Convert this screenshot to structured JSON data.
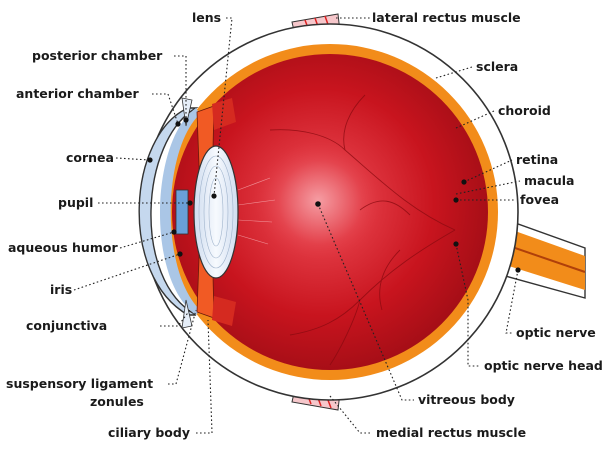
{
  "diagram": {
    "labels": {
      "lens": "lens",
      "lateral_rectus": "lateral rectus muscle",
      "posterior_chamber": "posterior chamber",
      "sclera": "sclera",
      "anterior_chamber": "anterior chamber",
      "choroid": "choroid",
      "cornea": "cornea",
      "retina": "retina",
      "macula": "macula",
      "pupil": "pupil",
      "fovea": "fovea",
      "aqueous_humor": "aqueous humor",
      "iris": "iris",
      "conjunctiva": "conjunctiva",
      "optic_nerve": "optic nerve",
      "optic_nerve_head": "optic nerve head",
      "suspensory_ligament": "suspensory ligament",
      "zonules": "zonules",
      "vitreous_body": "vitreous body",
      "ciliary_body": "ciliary body",
      "medial_rectus": "medial rectus muscle"
    },
    "colors": {
      "globe_red": "#c8141e",
      "globe_dark": "#9a0c14",
      "macula_glow": "#f07a80",
      "orange": "#f28c1a",
      "sclera": "#ffffff",
      "cornea_blue": "#c5d8ee",
      "lens_blue": "#dfe9f5",
      "outline": "#333333"
    }
  }
}
